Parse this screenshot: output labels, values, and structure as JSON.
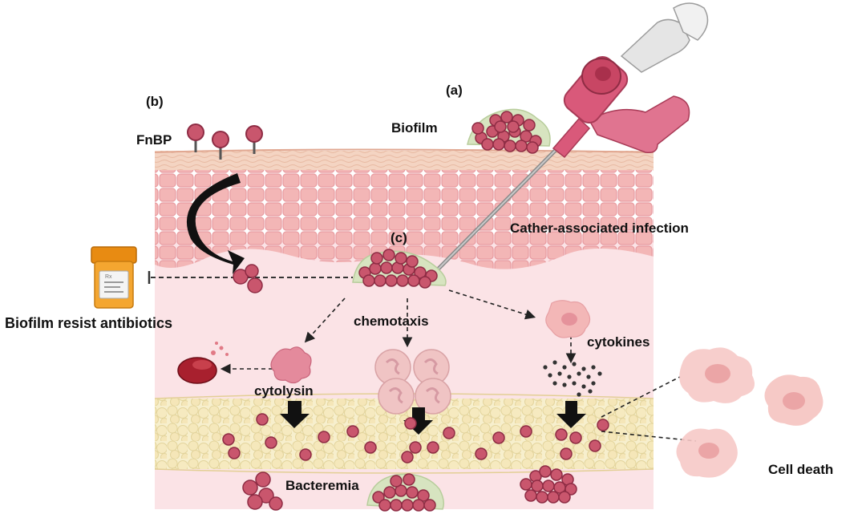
{
  "labels": {
    "a": "(a)",
    "b": "(b)",
    "c": "(c)",
    "fnbp": "FnBP",
    "biofilm": "Biofilm",
    "catheter_infection": "Cather-associated infection",
    "biofilm_resist": "Biofilm resist antibiotics",
    "chemotaxis": "chemotaxis",
    "cytokines": "cytokines",
    "cytolysin": "cytolysin",
    "bacteremia": "Bacteremia",
    "cell_death": "Cell death"
  },
  "colors": {
    "bacteria": "#c9566d",
    "bacteria_dark": "#8e2c44",
    "skin_top": "#f1c9b3",
    "skin_cells": "#f3b7b8",
    "dermis": "#fbe4e6",
    "fat": "#f6edc6",
    "biofilm_matrix": "#cfe0b8",
    "catheter": "#d9597a",
    "pill_bottle": "#f29a17"
  },
  "icons": {
    "catheter": "iv-catheter-icon",
    "bottle": "pill-bottle-icon",
    "rbc": "red-blood-cell-icon",
    "neutrophil": "neutrophil-icon",
    "macrophage": "macrophage-icon",
    "dying_cell": "dying-cell-icon"
  }
}
